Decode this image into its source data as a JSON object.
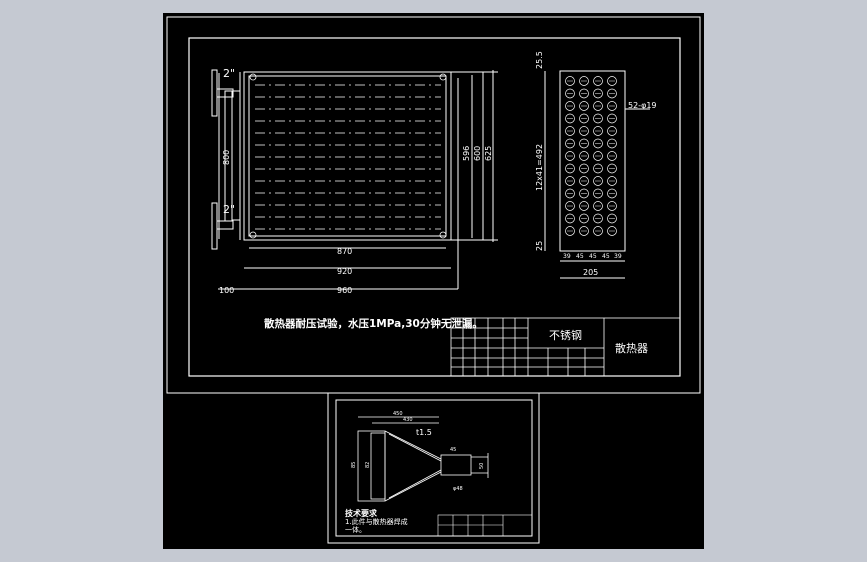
{
  "pipe_size_top": "2\"",
  "pipe_size_bottom": "2\"",
  "dims_front": {
    "height_left": "800",
    "inner_596": "596",
    "inner_600": "600",
    "right_625": "625",
    "w870": "870",
    "w920": "920",
    "w960": "960",
    "left_100": "100"
  },
  "dims_side": {
    "top_25_5": "25.5",
    "mid": "12x41=492",
    "bottom_25": "25",
    "holes": "52-φ19",
    "w205": "205",
    "cols": [
      "39",
      "45",
      "45",
      "45",
      "39"
    ]
  },
  "note": "散热器耐压试验，水压1MPa,30分钟无泄漏。",
  "title_block": {
    "material": "不锈钢",
    "name": "散热器"
  },
  "lower": {
    "thickness": "t1.5",
    "tech_title": "技术要求",
    "tech_line1": "1.此件与散热器焊成",
    "tech_line2": "一体。",
    "dims": [
      "450",
      "430",
      "85",
      "82",
      "45",
      "50",
      "φ48"
    ]
  },
  "colors": {
    "background": "#c5c9d2",
    "drawing_bg": "#000000",
    "line": "#ffffff"
  }
}
